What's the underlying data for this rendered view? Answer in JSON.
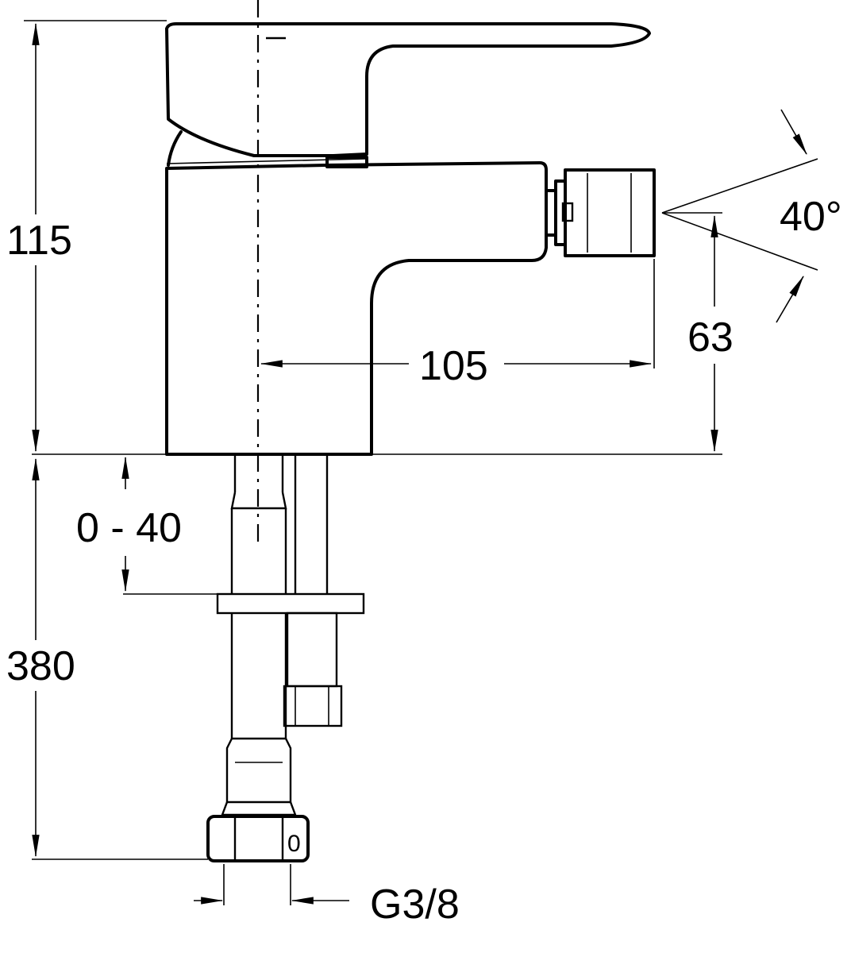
{
  "dimensions": {
    "total_height": "115",
    "pipe_length": "380",
    "thickness_range": "0 - 40",
    "spout_reach": "105",
    "spout_height": "63",
    "spray_angle": "40°",
    "connection_thread": "G3/8"
  },
  "nut_marking": "0"
}
